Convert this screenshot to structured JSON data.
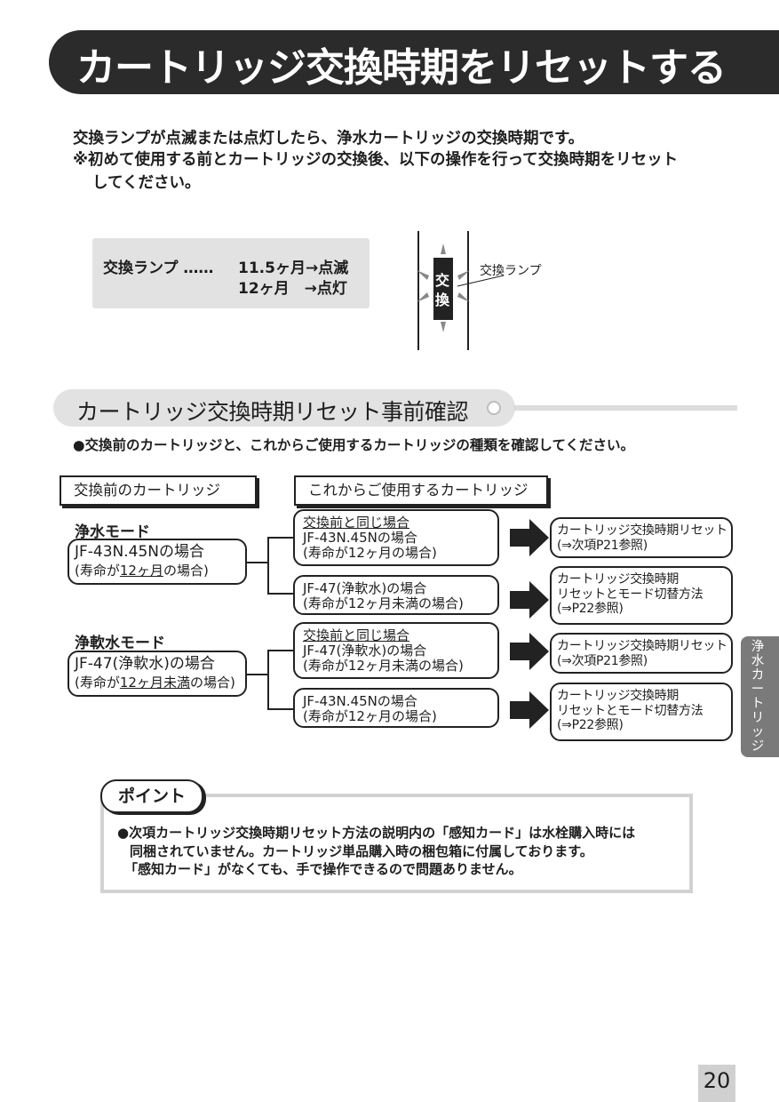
{
  "title": "カートリッジ交換時期をリセットする",
  "intro": {
    "line1": "交換ランプが点滅または点灯したら、浄水カートリッジの交換時期です。",
    "line2": "※初めて使用する前とカートリッジの交換後、以下の操作を行って交換時期をリセット",
    "line3": "してください。"
  },
  "lamp_box": {
    "label": "交換ランプ ……",
    "row1": "11.5ヶ月→点滅",
    "row2": "12ヶ月　→点灯"
  },
  "lamp_figure": {
    "char1": "交",
    "char2": "換",
    "callout": "交換ランプ"
  },
  "section": {
    "title": "カートリッジ交換時期リセット事前確認",
    "note": "●交換前のカートリッジと、これからご使用するカートリッジの種類を確認してください。"
  },
  "headers": {
    "before": "交換前のカートリッジ",
    "after": "これからご使用するカートリッジ"
  },
  "modes": [
    {
      "name": "浄水モード",
      "box_line1": "JF-43N.45Nの場合",
      "box_line2_a": "(寿命が",
      "box_line2_u": "12ヶ月",
      "box_line2_b": "の場合)",
      "options": [
        {
          "line1": "交換前と同じ場合",
          "line2": "JF-43N.45Nの場合",
          "line3": "(寿命が12ヶ月の場合)",
          "result1": "カートリッジ交換時期リセット",
          "result2": "(⇒次項P21参照)",
          "result3": ""
        },
        {
          "line1": "",
          "line2": "JF-47(浄軟水)の場合",
          "line3": "(寿命が12ヶ月未満の場合)",
          "result1": "カートリッジ交換時期",
          "result2": "リセットとモード切替方法",
          "result3": "(⇒P22参照)"
        }
      ]
    },
    {
      "name": "浄軟水モード",
      "box_line1": "JF-47(浄軟水)の場合",
      "box_line2_a": "(寿命が",
      "box_line2_u": "12ヶ月未満",
      "box_line2_b": "の場合)",
      "options": [
        {
          "line1": "交換前と同じ場合",
          "line2": "JF-47(浄軟水)の場合",
          "line3": "(寿命が12ヶ月未満の場合)",
          "result1": "カートリッジ交換時期リセット",
          "result2": "(⇒次項P21参照)",
          "result3": ""
        },
        {
          "line1": "",
          "line2": "JF-43N.45Nの場合",
          "line3": "(寿命が12ヶ月の場合)",
          "result1": "カートリッジ交換時期",
          "result2": "リセットとモード切替方法",
          "result3": "(⇒P22参照)"
        }
      ]
    }
  ],
  "side_tab": [
    "浄",
    "水",
    "カ",
    "ー",
    "ト",
    "リ",
    "ッ",
    "ジ"
  ],
  "point": {
    "label": "ポイント",
    "line1": "●次項カートリッジ交換時期リセット方法の説明内の「感知カード」は水栓購入時には",
    "line2": "同梱されていません。カートリッジ単品購入時の梱包箱に付属しております。",
    "line3": "「感知カード」がなくても、手で操作できるので問題ありません。"
  },
  "page_number": "20",
  "colors": {
    "title_bg": "#2b2b2b",
    "section_bg": "#e2e2e2",
    "side_tab": "#7a7a7a",
    "page_num_bg": "#d0d0d0"
  }
}
